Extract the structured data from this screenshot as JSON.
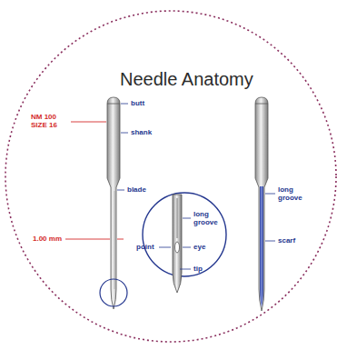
{
  "diagram": {
    "title": "Needle Anatomy",
    "labels": [
      "butt",
      "shank",
      "NM 100 SIZE 16",
      "blade",
      "1.00 mm",
      "long groove",
      "eye",
      "point",
      "tip",
      "long groove",
      "scarf"
    ]
  }
}
